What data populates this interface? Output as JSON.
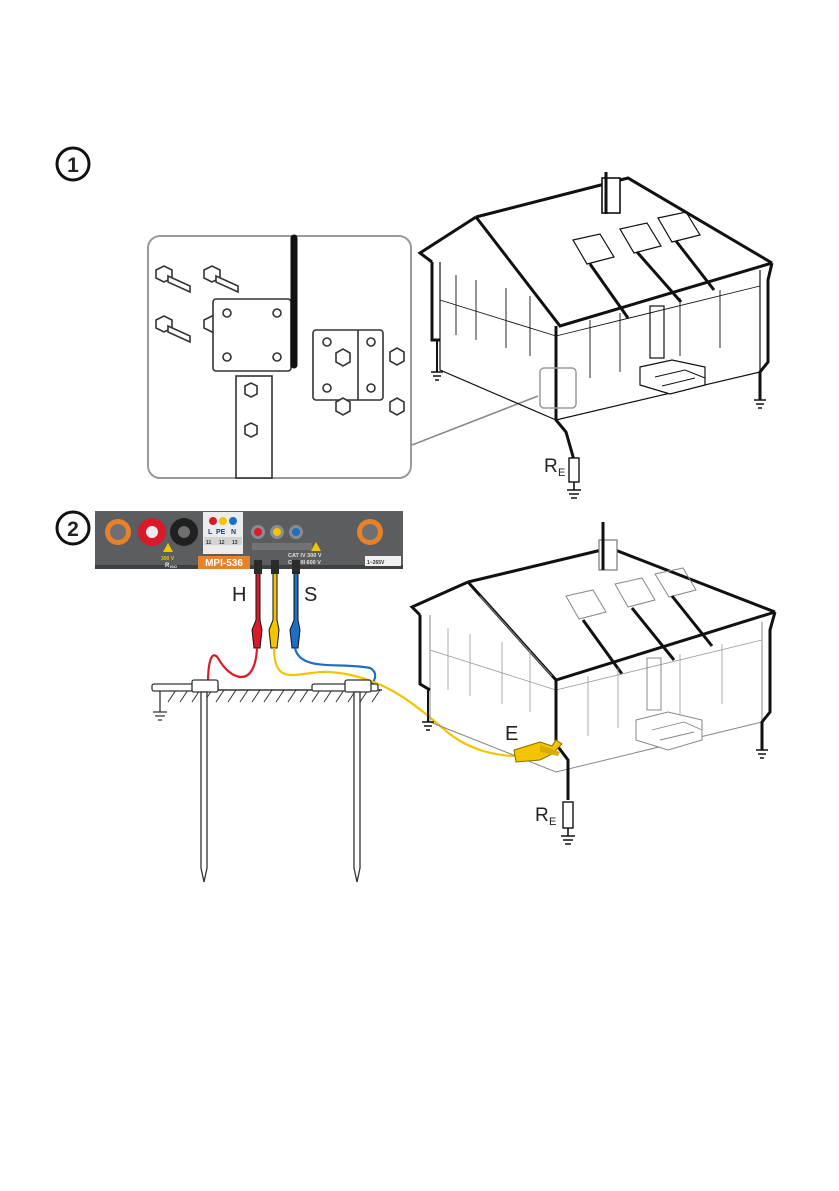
{
  "steps": [
    {
      "number": "1"
    },
    {
      "number": "2"
    }
  ],
  "step1": {
    "resistance_label": "R",
    "resistance_sub": "E"
  },
  "step2": {
    "lead_h": "H",
    "lead_s": "S",
    "lead_e": "E",
    "resistance_label": "R",
    "resistance_sub": "E",
    "meter": {
      "model": "MPI-536",
      "socket_labels": [
        "L",
        "PE",
        "N"
      ],
      "socket_sublabels": [
        "11",
        "12",
        "13"
      ],
      "cat_line1": "CAT IV 300 V",
      "cat_line2": "CAT III 600 V",
      "voltage_mark": "300 V",
      "current_mark": "1~265V",
      "r_label": "R",
      "r_sub": "ISO"
    }
  },
  "colors": {
    "red_lead": "#d91a2a",
    "yellow_lead": "#f3c400",
    "blue_lead": "#1c6fc4",
    "meter_body": "#5b5d60",
    "meter_accent": "#e8822a",
    "outline": "#111111"
  }
}
